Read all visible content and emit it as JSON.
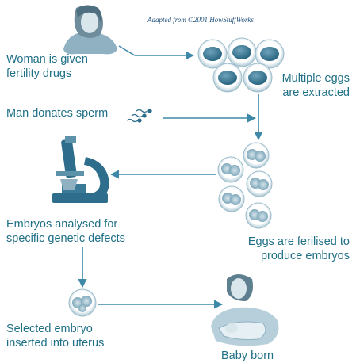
{
  "credit": "Adapted from ©2001 HowStuffWorks",
  "steps": {
    "woman": {
      "line1": "Woman is given",
      "line2": "fertility drugs"
    },
    "eggs": {
      "line1": "Multiple eggs",
      "line2": "are extracted"
    },
    "sperm": {
      "line1": "Man donates sperm"
    },
    "analysed": {
      "line1": "Embryos analysed for",
      "line2": "specific genetic defects"
    },
    "fertilised": {
      "line1": "Eggs are ferilised to",
      "line2": "produce embryos"
    },
    "inserted": {
      "line1": "Selected embryo",
      "line2": "inserted into uterus"
    },
    "baby": {
      "line1": "Baby born"
    }
  },
  "colors": {
    "text": "#1f6f86",
    "arrow": "#3e88a8",
    "cell_core": "#2e6e8c",
    "cell_ring": "#bcd4de"
  },
  "icons": [
    "woman-icon",
    "egg-cells-icon",
    "sperm-icon",
    "microscope-icon",
    "embryo-cells-icon",
    "single-embryo-icon",
    "mother-baby-icon"
  ]
}
